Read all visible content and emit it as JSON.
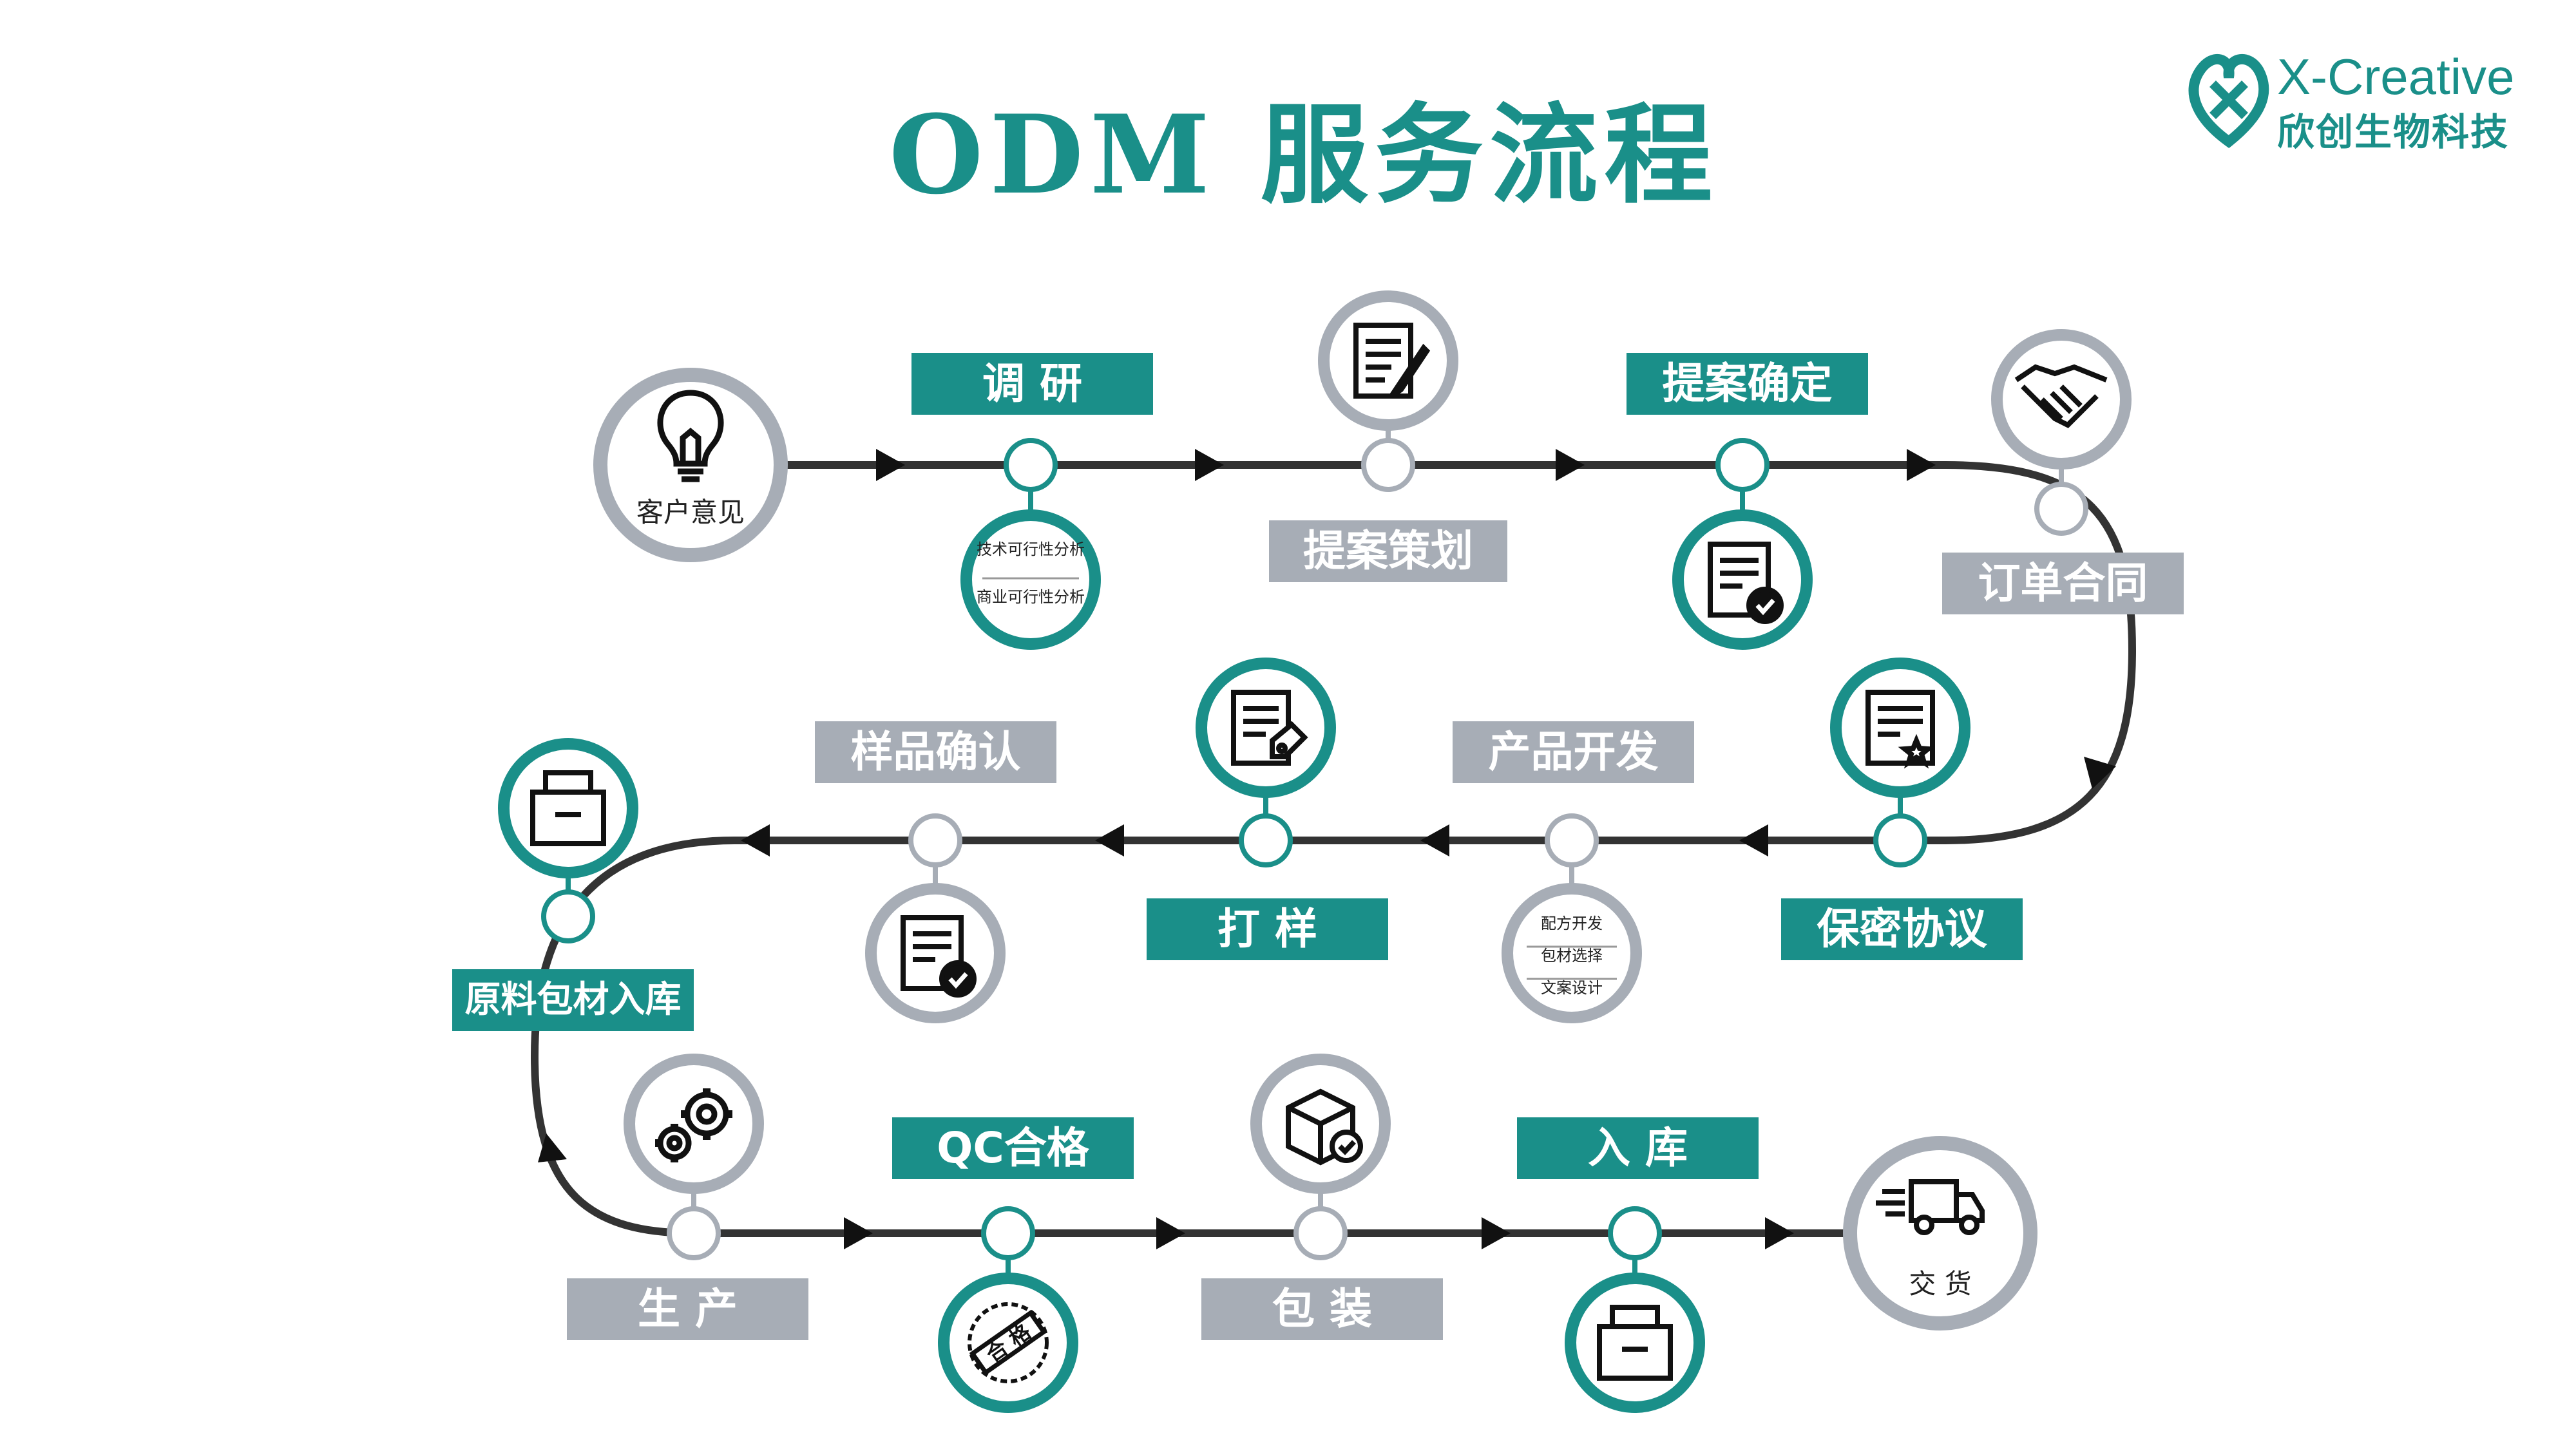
{
  "title": "ODM 服务流程",
  "logo": {
    "en": "X-Creative",
    "cn": "欣创生物科技"
  },
  "colors": {
    "teal": "#1a8f89",
    "gray": "#a7adb6",
    "line": "#333333",
    "node_fill": "#ffffff"
  },
  "start_node": {
    "label": "客户意见",
    "icon": "lightbulb-icon"
  },
  "end_node": {
    "label": "交 货",
    "icon": "delivery-truck-icon"
  },
  "steps": [
    {
      "label": "调 研",
      "icon": "research-list-icon",
      "sub": [
        "技术可行性分析",
        "商业可行性分析"
      ]
    },
    {
      "label": "提案策划",
      "icon": "document-edit-icon"
    },
    {
      "label": "提案确定",
      "icon": "document-check-icon"
    },
    {
      "label": "订单合同",
      "icon": "handshake-icon"
    },
    {
      "label": "保密协议",
      "icon": "certificate-icon"
    },
    {
      "label": "产品开发",
      "icon": "development-list-icon",
      "sub": [
        "配方开发",
        "包材选择",
        "文案设计"
      ]
    },
    {
      "label": "打 样",
      "icon": "document-tag-icon"
    },
    {
      "label": "样品确认",
      "icon": "document-check-icon"
    },
    {
      "label": "原料包材入库",
      "icon": "storage-box-icon"
    },
    {
      "label": "生 产",
      "icon": "gears-icon"
    },
    {
      "label": "QC合格",
      "icon": "qualified-stamp-icon"
    },
    {
      "label": "包 装",
      "icon": "package-check-icon"
    },
    {
      "label": "入 库",
      "icon": "storage-box-icon"
    }
  ]
}
